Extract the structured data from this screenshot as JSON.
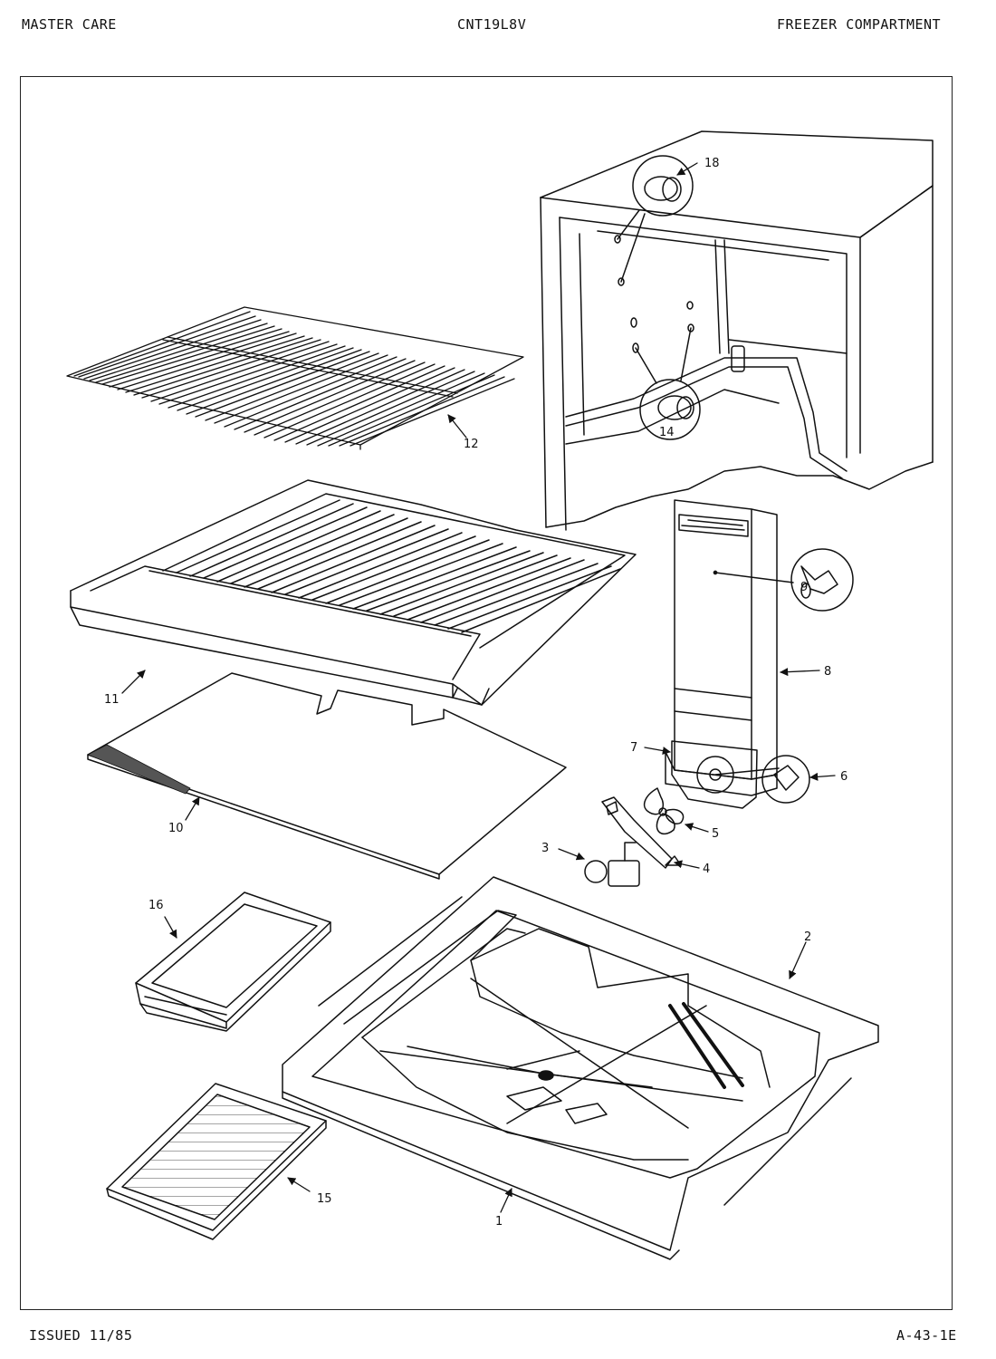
{
  "header": {
    "left": "MASTER CARE",
    "center": "CNT19L8V",
    "right": "FREEZER COMPARTMENT"
  },
  "footer": {
    "left": "ISSUED 11/85",
    "right": "A-43-1E"
  },
  "callouts": {
    "c1": "1",
    "c2": "2",
    "c3": "3",
    "c4": "4",
    "c5": "5",
    "c6": "6",
    "c7": "7",
    "c8": "8",
    "c9": "9",
    "c10": "10",
    "c11": "11",
    "c12": "12",
    "c14": "14",
    "c15": "15",
    "c16": "16",
    "c18": "18"
  }
}
